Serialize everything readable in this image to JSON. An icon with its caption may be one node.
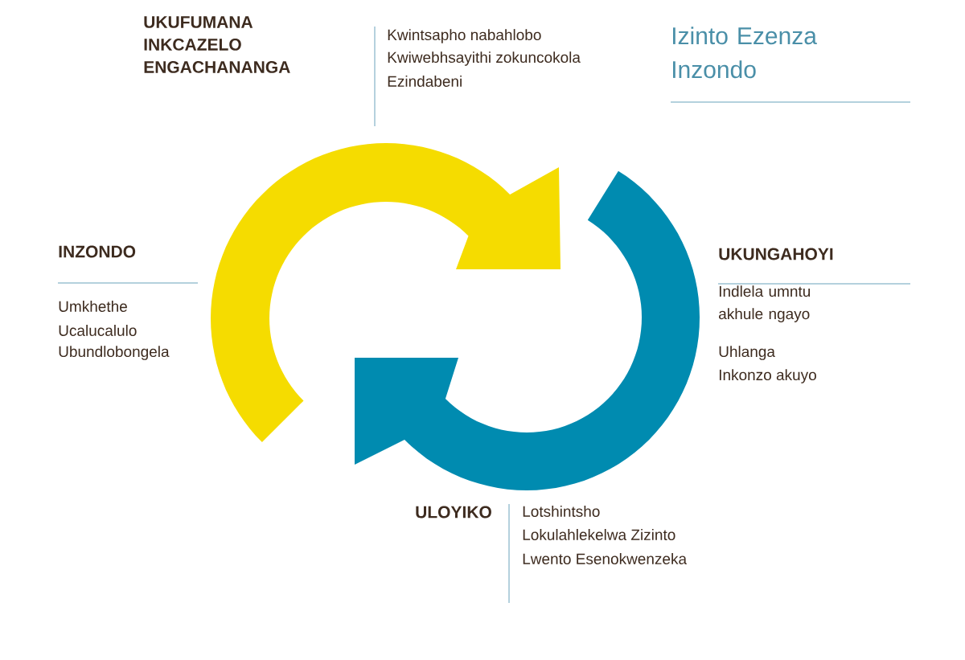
{
  "diagram": {
    "title": "Izinto Ezenza Inzondo",
    "labels": [
      "UKUFUMANA INKCAZELO ENGACHANANGA",
      "Kwintsapho nabahlobo",
      "Kwiwebhsayithi zokuncokola",
      "Ezindabeni",
      "INZONDO",
      "Umkhethe",
      "Ucalucalulo",
      "Ubundlobongela",
      "UKUNGAHOYI",
      "Indlela umntu akhule ngayo",
      "Uhlanga",
      "Inkonzo akuyo",
      "ULOYIKO",
      "Lotshintsho",
      "Lokulahlekelwa Zizinto",
      "Lwento Esenokwenzeka"
    ]
  }
}
